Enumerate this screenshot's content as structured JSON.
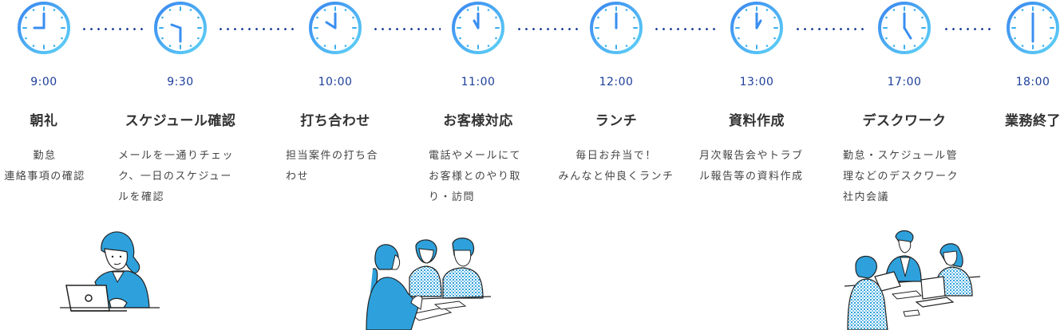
{
  "colors": {
    "time_text": "#1d3f9a",
    "title_text": "#333333",
    "desc_text": "#444444",
    "clock_gradient_start": "#3a86f0",
    "clock_gradient_end": "#5fd3f5",
    "connector_dots": "#1d3f9a",
    "illustration_blue": "#2ea1dc"
  },
  "schedule": [
    {
      "time": "9:00",
      "title": "朝礼",
      "description": "勤怠\n連絡事項の確認",
      "clock_icon": "clock-9-00-icon"
    },
    {
      "time": "9:30",
      "title": "スケジュール確認",
      "description": "メールを一通りチェッ\nク、一日のスケジュー\nルを確認",
      "clock_icon": "clock-9-30-icon"
    },
    {
      "time": "10:00",
      "title": "打ち合わせ",
      "description": "担当案件の打ち合\nわせ",
      "clock_icon": "clock-10-00-icon"
    },
    {
      "time": "11:00",
      "title": "お客様対応",
      "description": "電話やメールにて\nお客様とのやり取\nり・訪問",
      "clock_icon": "clock-11-00-icon"
    },
    {
      "time": "12:00",
      "title": "ランチ",
      "description": "毎日お弁当で！\nみんなと仲良くランチ",
      "clock_icon": "clock-12-00-icon"
    },
    {
      "time": "13:00",
      "title": "資料作成",
      "description": "月次報告会やトラブ\nル報告等の資料作成",
      "clock_icon": "clock-13-00-icon"
    },
    {
      "time": "17:00",
      "title": "デスクワーク",
      "description": "勤怠・スケジュール管\n理などのデスクワーク\n社内会議",
      "clock_icon": "clock-17-00-icon"
    },
    {
      "time": "18:00",
      "title": "業務終了",
      "description": "",
      "clock_icon": "clock-18-00-icon"
    }
  ],
  "illustrations": [
    {
      "name": "woman-at-laptop-illustration"
    },
    {
      "name": "customer-meeting-illustration"
    },
    {
      "name": "team-meeting-illustration"
    }
  ]
}
